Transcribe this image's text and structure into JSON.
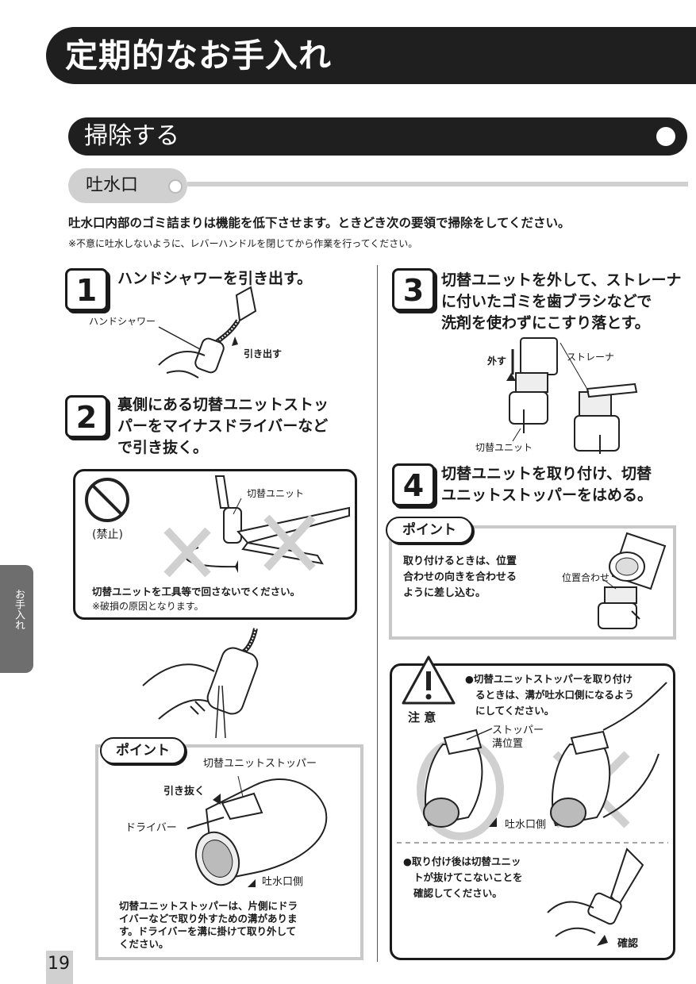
{
  "page_title": "定期的なお手入れ",
  "section_title": "掃除する",
  "subsection_title": "吐水口",
  "intro_text": "吐水口内部のゴミ詰まりは機能を低下させます。ときどき次の要領で掃除をしてください。",
  "intro_note": "※不意に吐水しないように、レバーハンドルを閉じてから作業を行ってください。",
  "steps": [
    {
      "number": "1",
      "lines": [
        "ハンドシャワーを引き出す。"
      ]
    },
    {
      "number": "2",
      "lines": [
        "裏側にある切替ユニットストッ",
        "パーをマイナスドライバーなど",
        "で引き抜く。"
      ]
    },
    {
      "number": "3",
      "lines": [
        "切替ユニットを外して、ストレーナ",
        "に付いたゴミを歯ブラシなどで",
        "洗剤を使わずにこすり落とす。"
      ]
    },
    {
      "number": "4",
      "lines": [
        "切替ユニットを取り付け、切替",
        "ユニットストッパーをはめる。"
      ]
    }
  ],
  "step1_labels": {
    "hand_shower": "ハンドシャワー",
    "pull_out": "引き出す"
  },
  "prohibit": {
    "label": "(禁止)",
    "unit_label": "切替ユニット",
    "warning": "切替ユニットを工具等で回さないでください。",
    "note": "※破損の原因となります。"
  },
  "point1": {
    "badge": "ポイント",
    "stopper_label": "切替ユニットストッパー",
    "pull_label": "引き抜く",
    "driver_label": "ドライバー",
    "outlet_label": "吐水口側",
    "text_lines": [
      "切替ユニットストッパーは、片側にドラ",
      "イバーなどで取り外すための溝がありま",
      "す。ドライバーを溝に掛けて取り外して",
      "ください。"
    ]
  },
  "step3_labels": {
    "remove": "外す",
    "strainer": "ストレーナ",
    "unit": "切替ユニット"
  },
  "point2": {
    "badge": "ポイント",
    "text_lines": [
      "取り付けるときは、位置",
      "合わせの向きを合わせる",
      "ように差し込む。"
    ],
    "align_label": "位置合わせ"
  },
  "caution": {
    "label": "注 意",
    "bullet1_lines": [
      "●切替ユニットストッパーを取り付け",
      "るときは、溝が吐水口側になるよう",
      "にしてください。"
    ],
    "stopper_groove": [
      "ストッパー",
      "溝位置"
    ],
    "outlet_label": "吐水口側",
    "bullet2_lines": [
      "●取り付け後は切替ユニッ",
      "トが抜けてこないことを",
      "確認してください。"
    ],
    "confirm_label": "確認"
  },
  "side_tab": "お手入れ",
  "page_number": "19"
}
